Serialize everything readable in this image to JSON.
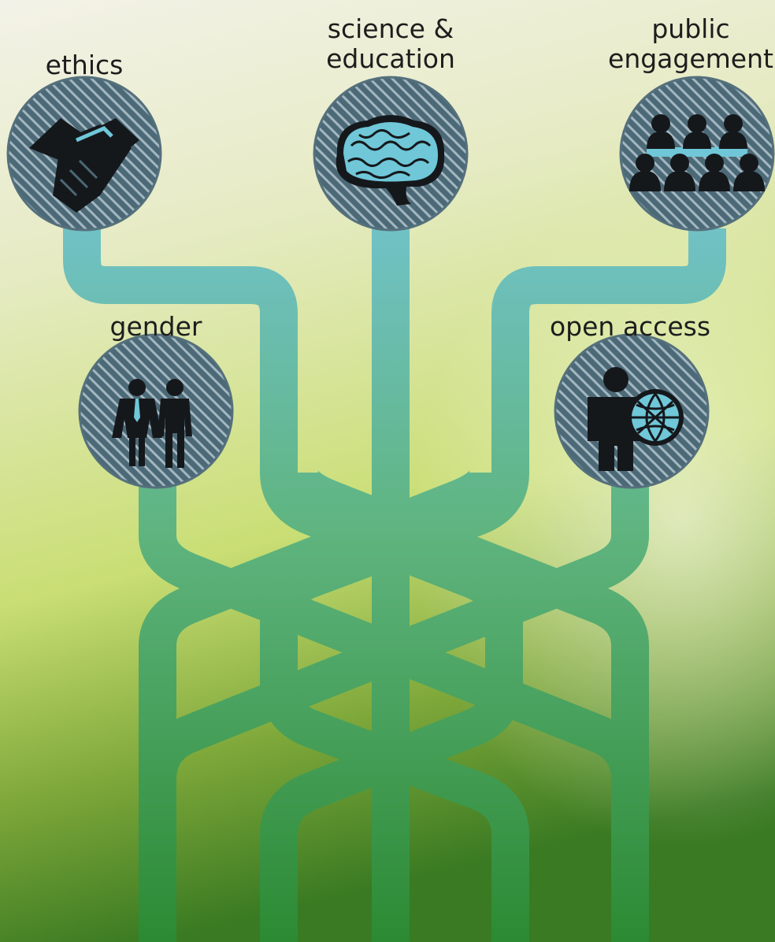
{
  "colors": {
    "bg_top": "#f1f0e3",
    "bg_mid": "#cfe27a",
    "bg_bottom": "#3f7e24",
    "path_top": "#6ec2cb",
    "path_bottom": "#2f8b36",
    "circle_fill": "#4f6d7a",
    "circle_stripe": "#9fb4bf",
    "icon_dark": "#15181b",
    "icon_accent": "#6fc7d8"
  },
  "nodes": [
    {
      "id": "ethics",
      "label": "ethics",
      "icon": "handshake-icon"
    },
    {
      "id": "science",
      "label_line1": "science &",
      "label_line2": "education",
      "icon": "brain-icon"
    },
    {
      "id": "public",
      "label_line1": "public",
      "label_line2": "engagement",
      "icon": "audience-icon"
    },
    {
      "id": "gender",
      "label": "gender",
      "icon": "man-woman-icon"
    },
    {
      "id": "open_access",
      "label": "open access",
      "icon": "person-globe-icon"
    }
  ]
}
